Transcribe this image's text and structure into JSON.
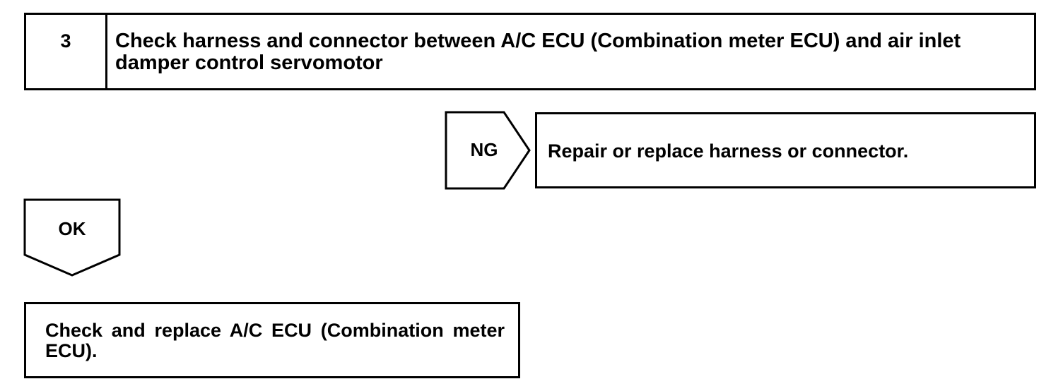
{
  "step": {
    "number": "3",
    "title": "Check harness and connector between A/C ECU (Combination meter ECU) and air inlet damper control servomotor"
  },
  "ng_branch": {
    "label": "NG",
    "result": "Repair or replace harness or connector."
  },
  "ok_branch": {
    "label": "OK"
  },
  "final_step": {
    "text": "Check and replace A/C ECU (Combination meter ECU)."
  }
}
